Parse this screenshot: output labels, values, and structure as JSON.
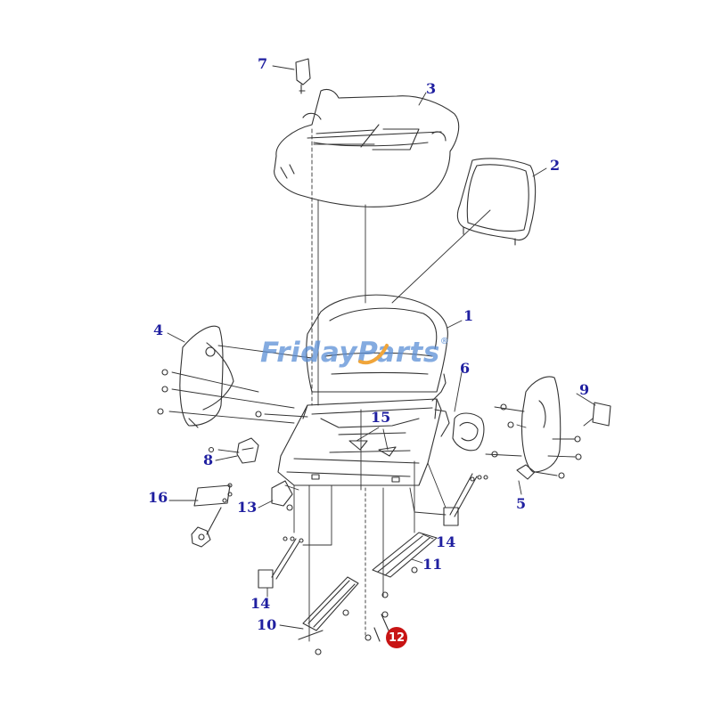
{
  "diagram": {
    "callouts": [
      {
        "key": "c1",
        "label": "1"
      },
      {
        "key": "c2",
        "label": "2"
      },
      {
        "key": "c3",
        "label": "3"
      },
      {
        "key": "c4",
        "label": "4"
      },
      {
        "key": "c5",
        "label": "5"
      },
      {
        "key": "c6",
        "label": "6"
      },
      {
        "key": "c7",
        "label": "7"
      },
      {
        "key": "c8",
        "label": "8"
      },
      {
        "key": "c9",
        "label": "9"
      },
      {
        "key": "c10",
        "label": "10"
      },
      {
        "key": "c11",
        "label": "11"
      },
      {
        "key": "c12",
        "label": "12",
        "highlighted": true
      },
      {
        "key": "c13",
        "label": "13"
      },
      {
        "key": "c14a",
        "label": "14"
      },
      {
        "key": "c14b",
        "label": "14"
      },
      {
        "key": "c15",
        "label": "15"
      },
      {
        "key": "c16",
        "label": "16"
      }
    ],
    "callout_color": "#1f1fa0",
    "highlight_color": "#c81414",
    "line_color": "#333333"
  },
  "watermark": {
    "part1": "Friday",
    "part2": "Parts",
    "registered": "®",
    "color_blue": "#5b8fd6",
    "color_orange": "#f0a53a"
  }
}
